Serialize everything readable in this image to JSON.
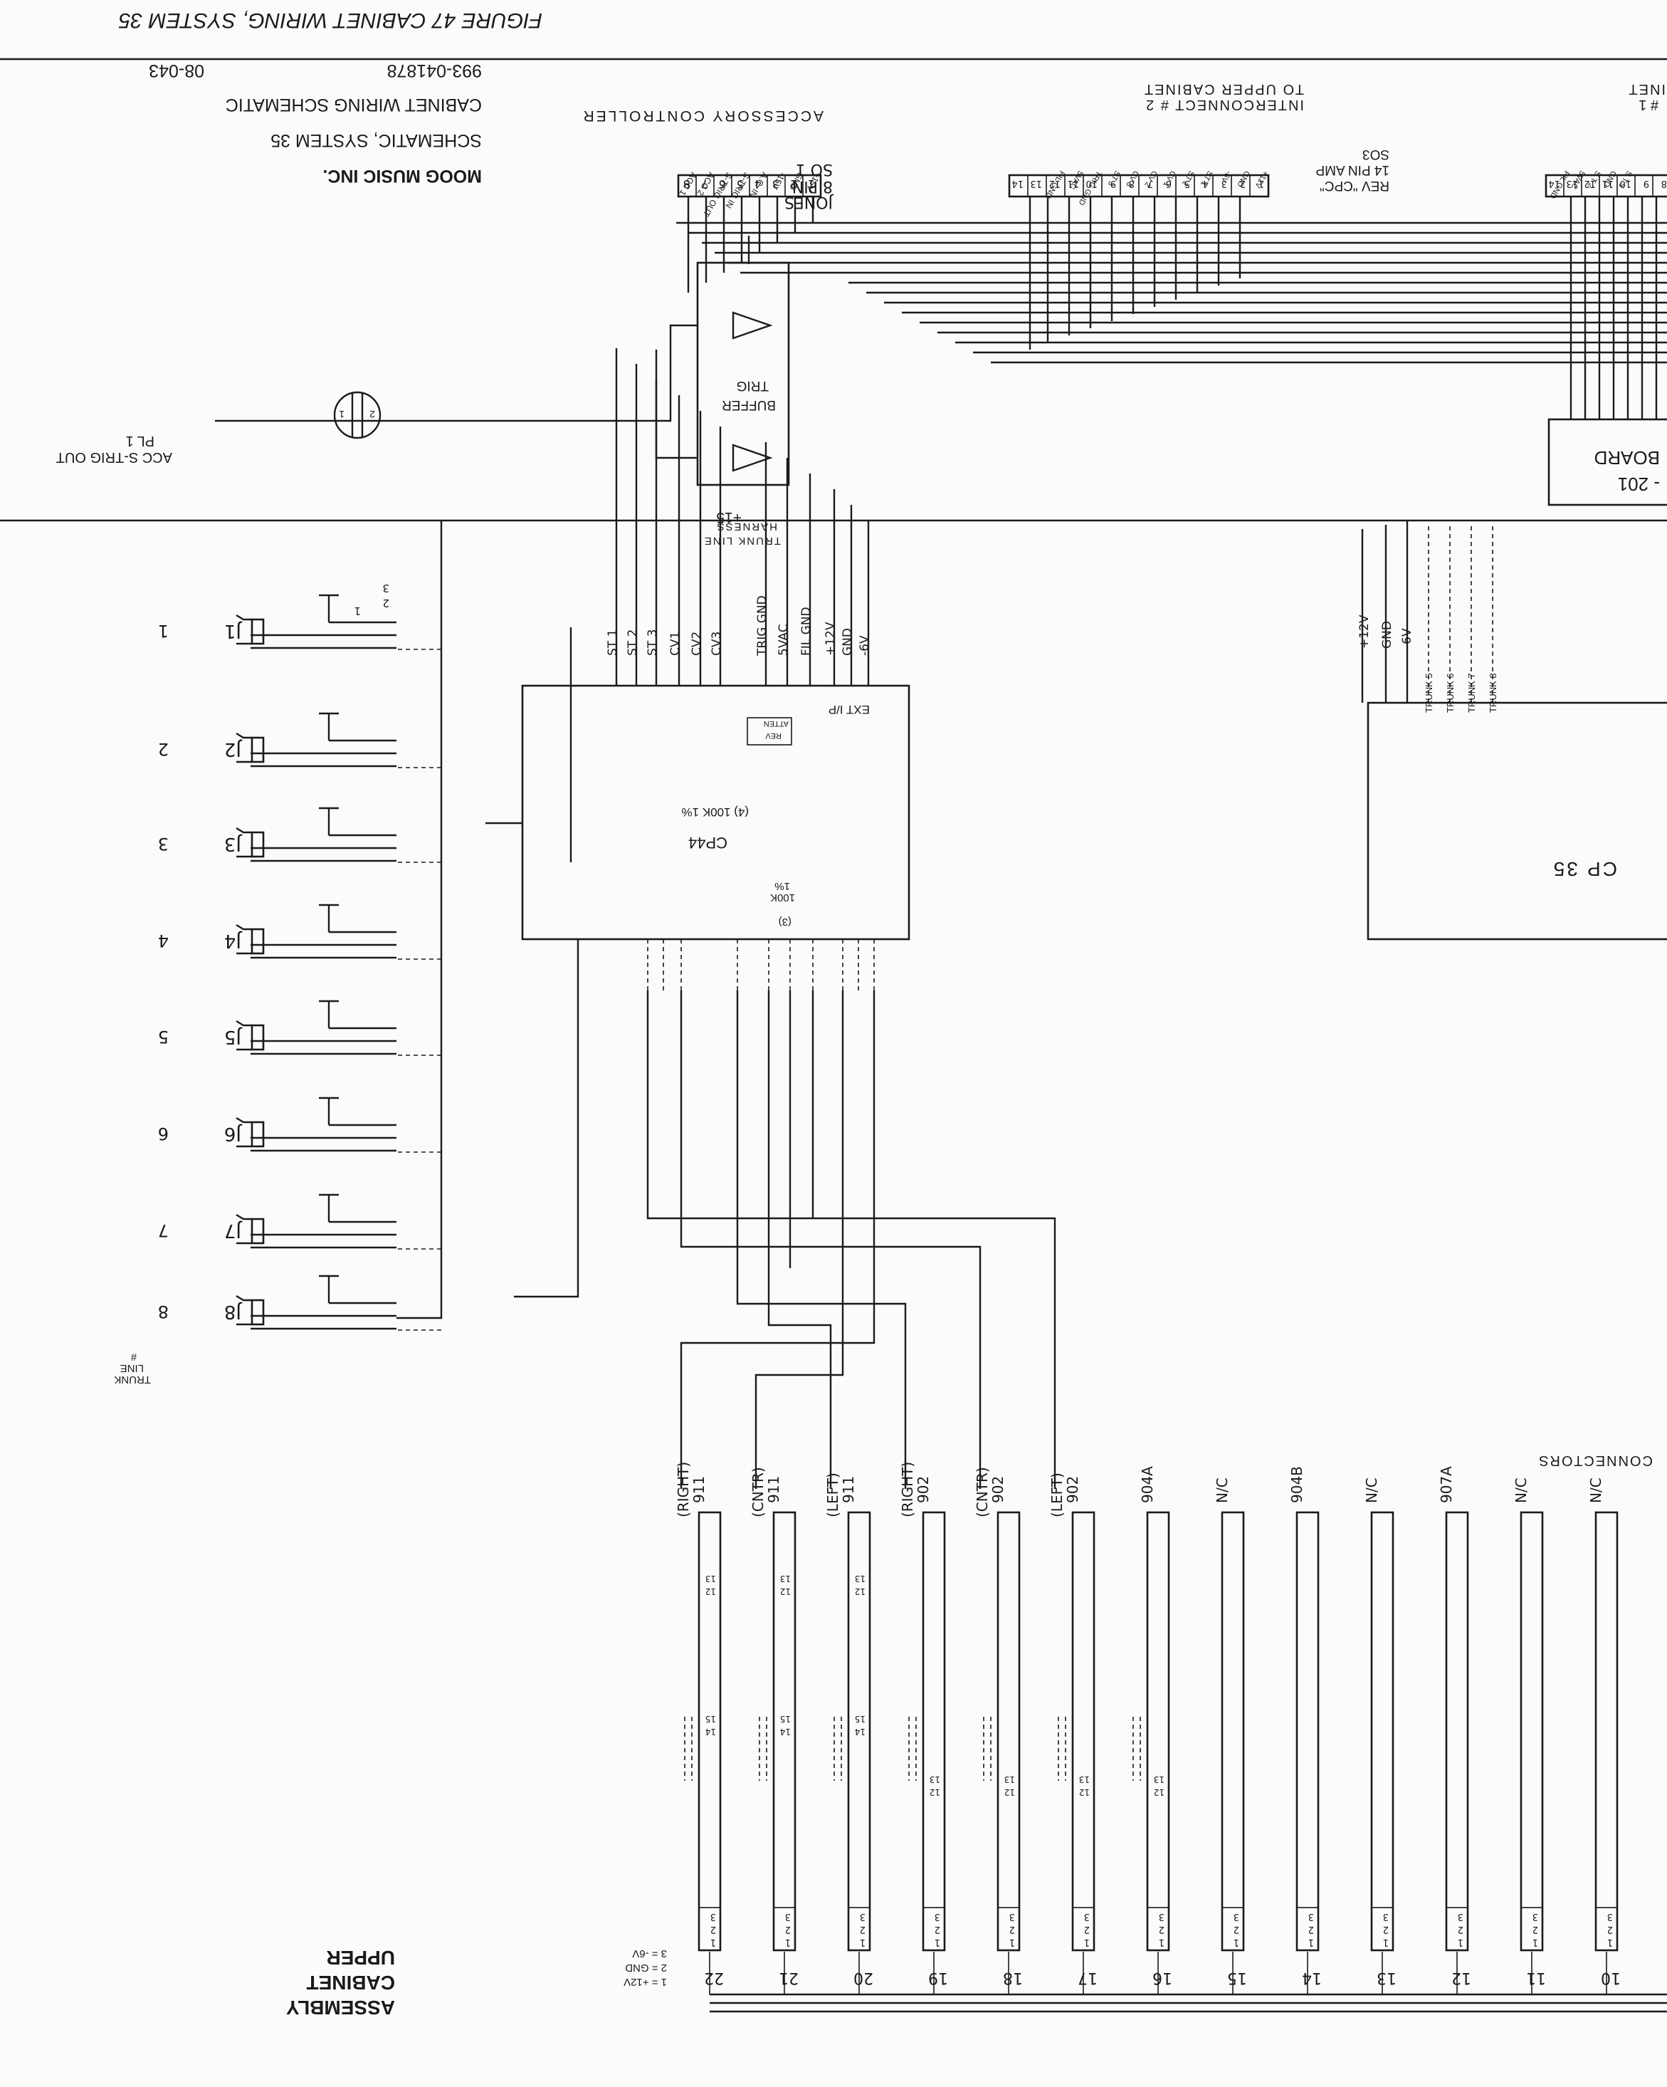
{
  "figure_title": "FIGURE 47 CABINET WIRING, SYSTEM 35",
  "title_block": {
    "company": "MOOG MUSIC INC.",
    "line1": "SCHEMATIC, SYSTEM 35",
    "line2": "CABINET WIRING SCHEMATIC",
    "part_number": "993-041878",
    "revision": "08-043"
  },
  "assembly_label": [
    "UPPER",
    "CABINET",
    "ASSEMBLY"
  ],
  "accessory_controller": {
    "label": "ACCESSORY CONTROLLER",
    "pins": [
      "+15V",
      "GND",
      "-15V",
      "A.C. IN",
      "S-TRIG IN",
      "S-TRIG OUT",
      "ACC 2",
      "ACC 1"
    ],
    "pin_numbers": [
      "1",
      "2",
      "3",
      "4",
      "5",
      "6",
      "7",
      "8"
    ]
  },
  "so1": {
    "line1": "SO 1",
    "line2": "8 PIN",
    "line3": "JONES"
  },
  "interconnect2": {
    "line1": "TO UPPER CABINET",
    "line2": "INTERCONNECT # 2",
    "pins": [
      "+12V",
      "GND",
      "-6V",
      "ST 1",
      "ST 2",
      "CV 1",
      "CV 2",
      "CV 3",
      "ST 3",
      "TRIG GND",
      "5VAC",
      "FIL GND"
    ],
    "pin_numbers": [
      "1",
      "2",
      "3",
      "4",
      "5",
      "6",
      "7",
      "8",
      "9",
      "10",
      "11",
      "12",
      "13",
      "14"
    ]
  },
  "so3": {
    "line1": "SO3",
    "line2": "14 PIN AMP",
    "line3": "REV \"CPC\""
  },
  "interconnect1": {
    "line1": "INET",
    "line2": "# 1",
    "pins": [
      "FIL GND",
      "5VAC",
      "S.T 2",
      "GND",
      "S.T 5"
    ],
    "pin_numbers": [
      "14",
      "13",
      "12",
      "11",
      "10",
      "9",
      "8"
    ]
  },
  "board": {
    "line1": "BOARD",
    "line2": "- 201"
  },
  "trig_buffer": {
    "line1": "TRIG",
    "line2": "BUFFER",
    "supply": "+15"
  },
  "pl1": {
    "line1": "ACC S-TRIG OUT",
    "line2": "PL 1",
    "pin1": "1",
    "pin2": "2"
  },
  "harness": {
    "line1": "TRUNK LINE",
    "line2": "HARNESS"
  },
  "cp44_signals": [
    "-6V",
    "GND",
    "+12V",
    "FIL GND",
    "5VAC",
    "TRIG GND",
    "CV3",
    "CV2",
    "CV1",
    "ST 3",
    "ST 2",
    "ST 1"
  ],
  "cp44": {
    "name": "CP44",
    "ext_ip": "EXT I/P",
    "atten": "ATTEN",
    "rev": "REV",
    "res4": "(4) 100K 1%",
    "res3_a": "100K",
    "res3_b": "1%",
    "res3_c": "(3)"
  },
  "cp35": {
    "name": "CP 35",
    "signals": [
      "-6V",
      "GND",
      "+12V"
    ],
    "trunks": [
      "TRUNK 8",
      "TRUNK 7",
      "TRUNK 6",
      "TRUNK 5"
    ]
  },
  "jacks": {
    "labels": [
      "J1",
      "J2",
      "J3",
      "J4",
      "J5",
      "J6",
      "J7",
      "J8"
    ],
    "numbers": [
      "1",
      "2",
      "3",
      "4",
      "5",
      "6",
      "7",
      "8"
    ],
    "trunk_label": [
      "TRUNK",
      "LINE",
      "#"
    ],
    "pin_labels": [
      "3",
      "2",
      "1"
    ]
  },
  "connectors_label": "CONNECTORS",
  "connector_columns": [
    {
      "name": "911",
      "sub": "(RIGHT)",
      "number": "22"
    },
    {
      "name": "911",
      "sub": "(CNTR)",
      "number": "21"
    },
    {
      "name": "911",
      "sub": "(LEFT)",
      "number": "20"
    },
    {
      "name": "902",
      "sub": "(RIGHT)",
      "number": "19"
    },
    {
      "name": "902",
      "sub": "(CNTR)",
      "number": "18"
    },
    {
      "name": "902",
      "sub": "(LEFT)",
      "number": "17"
    },
    {
      "name": "904A",
      "sub": "",
      "number": "16"
    },
    {
      "name": "N/C",
      "sub": "",
      "number": "15"
    },
    {
      "name": "904B",
      "sub": "",
      "number": "14"
    },
    {
      "name": "N/C",
      "sub": "",
      "number": "13"
    },
    {
      "name": "907A",
      "sub": "",
      "number": "12"
    },
    {
      "name": "N/C",
      "sub": "",
      "number": "11"
    },
    {
      "name": "N/C",
      "sub": "",
      "number": "10"
    }
  ],
  "strip_pin_labels": {
    "top": [
      "12",
      "13"
    ],
    "mid": [
      "14",
      "15"
    ],
    "bottom": [
      "1",
      "2",
      "3"
    ]
  },
  "legend_bottom": [
    "3 = -6V",
    "2 = GND",
    "1 = +12V"
  ]
}
